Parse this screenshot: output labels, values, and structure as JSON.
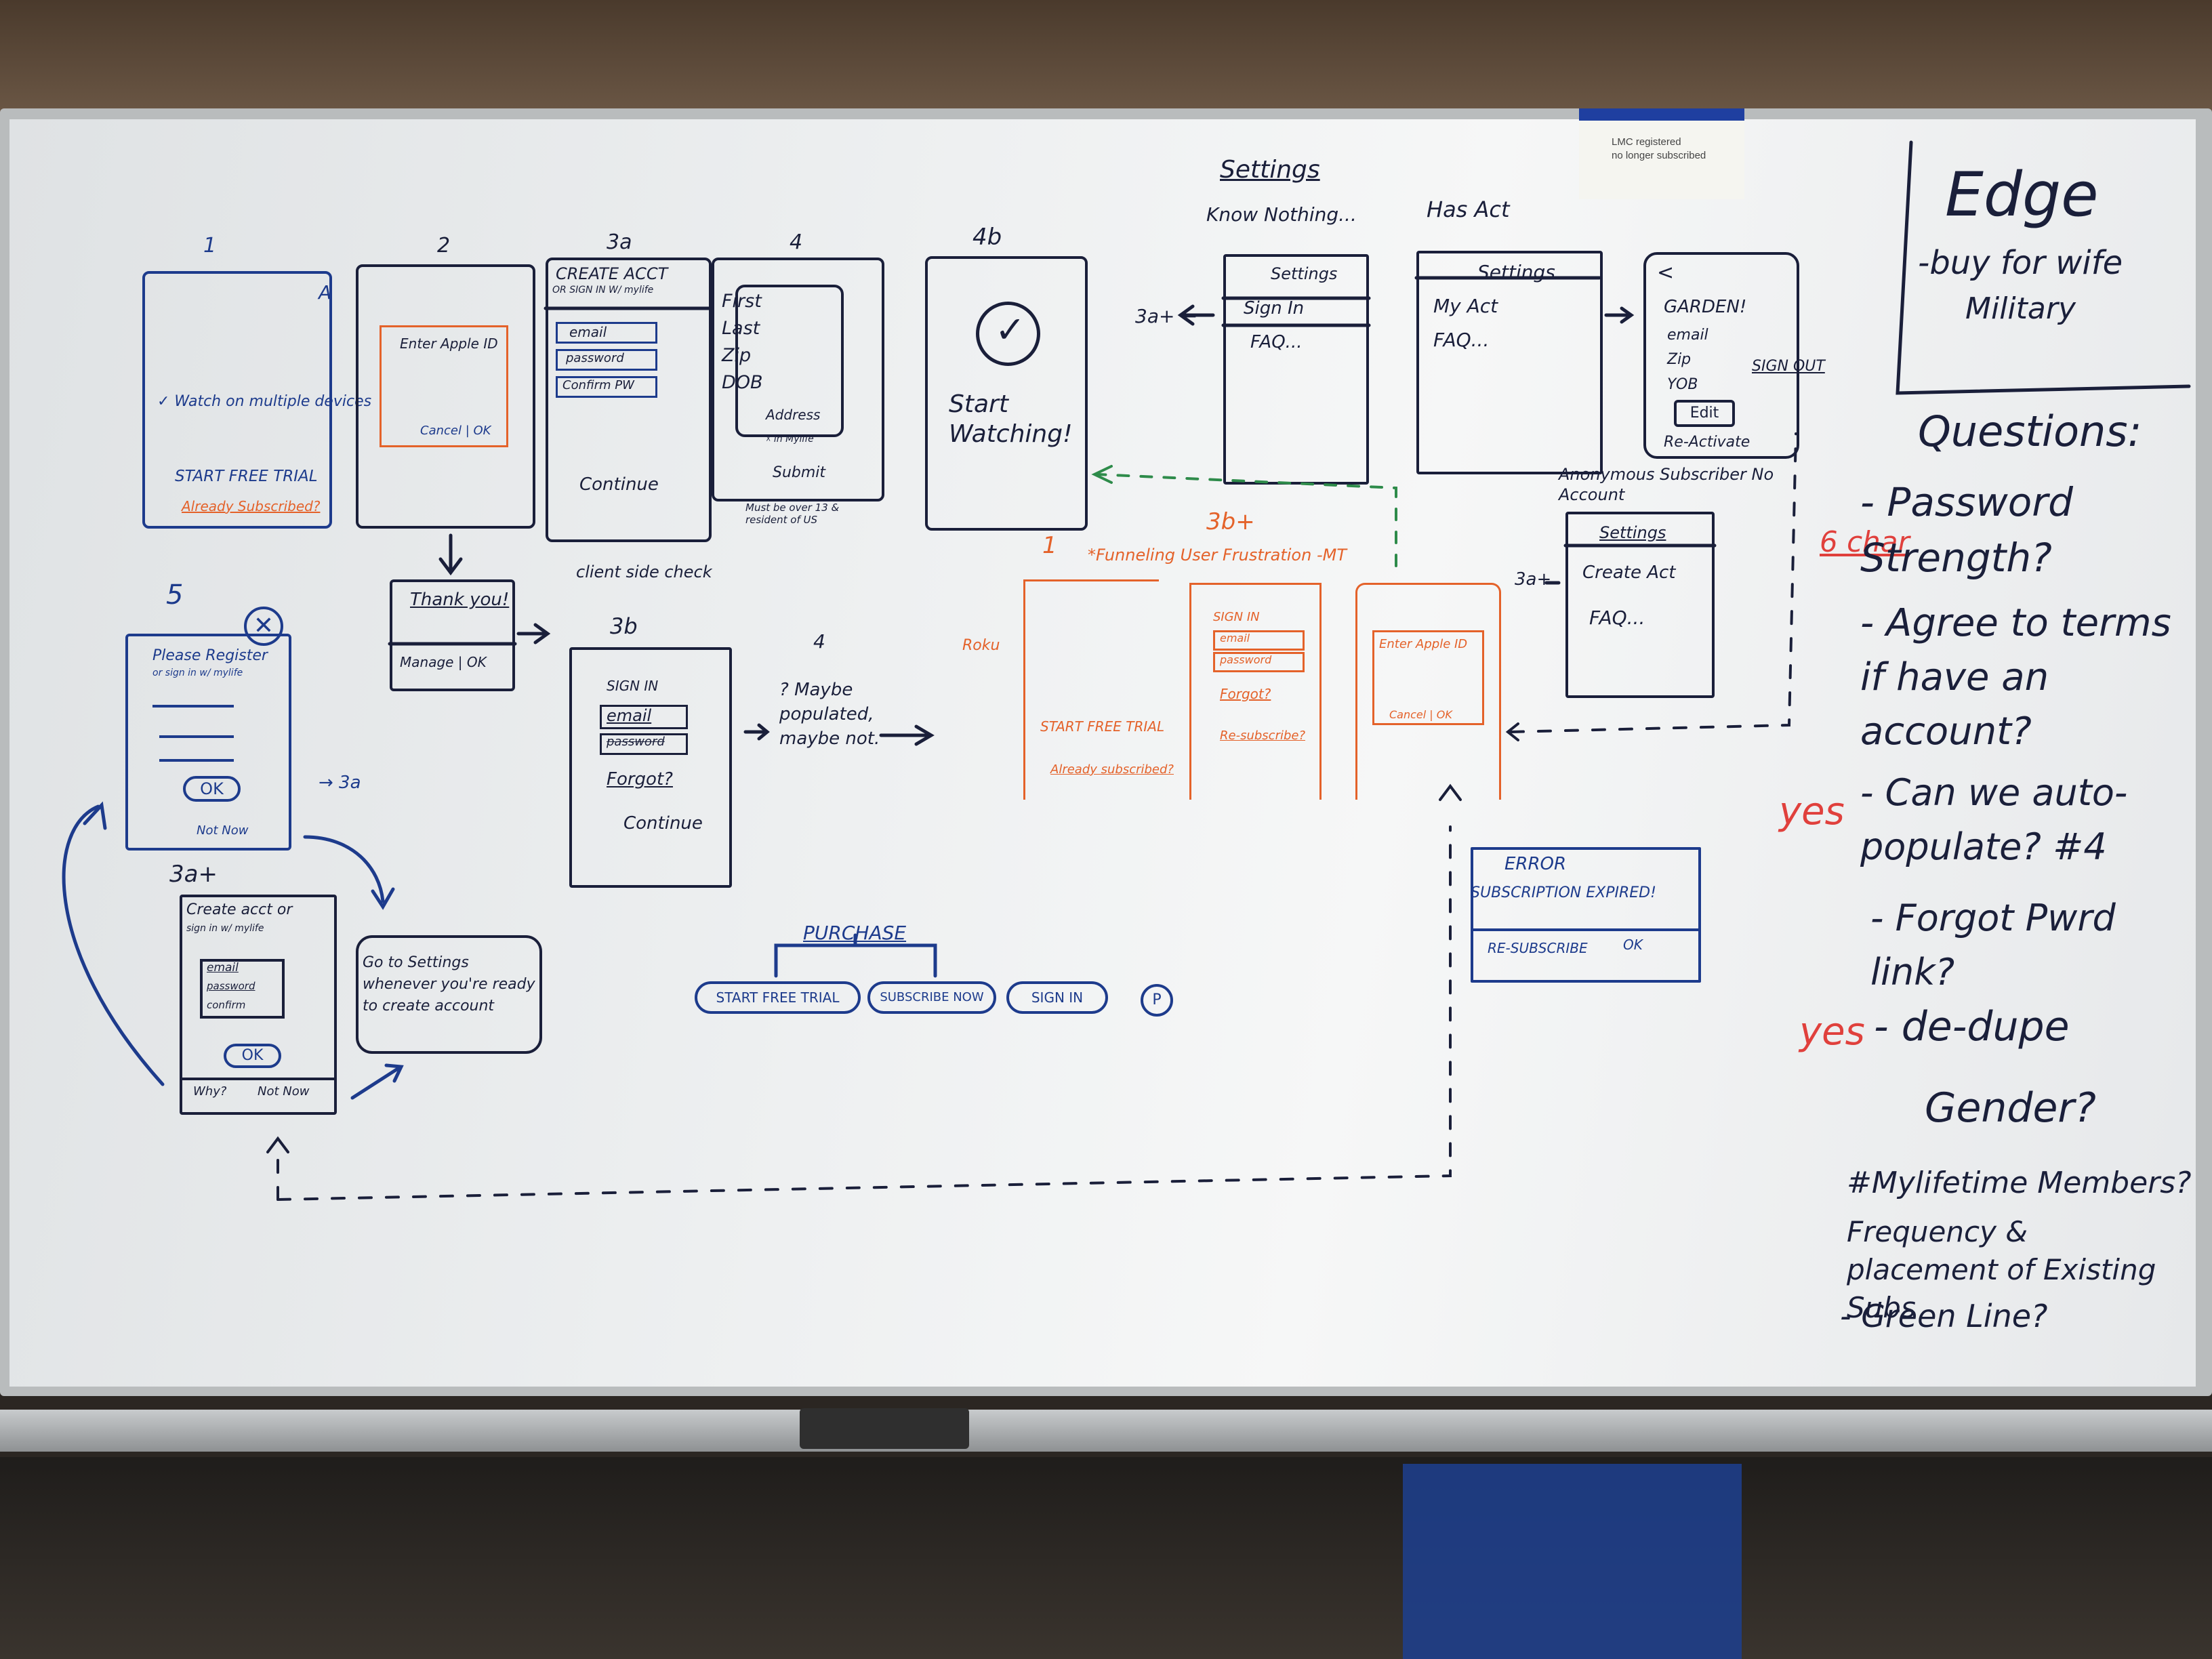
{
  "sticky_note": {
    "line1": "LMC registered",
    "line2": "no longer subscribed"
  },
  "screens": {
    "s1": {
      "num": "1",
      "side": "A",
      "check_text": "✓ Watch on multiple devices",
      "cta": "START FREE TRIAL",
      "link": "Already Subscribed?"
    },
    "s2": {
      "num": "2",
      "field": "Enter Apple ID",
      "buttons": "Cancel | OK"
    },
    "s3a": {
      "num": "3a",
      "title": "CREATE ACCT",
      "subtitle": "OR SIGN IN W/ mylife",
      "email": "email",
      "password": "password",
      "confirm": "Confirm PW",
      "button": "Continue",
      "note": "client side check"
    },
    "s4": {
      "num": "4",
      "fields": [
        "First",
        "Last",
        "Zip",
        "DOB",
        "Address"
      ],
      "check": "☓ in Mylife",
      "button": "Submit",
      "note": "Must be over 13 & resident of US"
    },
    "s4b": {
      "num": "4b",
      "text": "Start Watching!"
    },
    "thanks": {
      "title": "Thank you!",
      "buttons": "Manage | OK"
    },
    "s3b": {
      "num": "3b",
      "title": "SIGN IN",
      "email": "email",
      "password": "password",
      "forgot": "Forgot?",
      "button": "Continue"
    },
    "s4_maybe": {
      "num": "4",
      "text": "? Maybe populated, maybe not."
    },
    "s5": {
      "num": "5",
      "title": "Please Register",
      "subtitle": "or sign in w/ mylife",
      "ok": "OK",
      "not_now": "Not Now",
      "arrow_label": "→ 3a"
    },
    "s3at_bottom": {
      "num": "3a+",
      "title": "Create acct or",
      "subtitle": "sign in w/ mylife",
      "email": "email",
      "password": "password",
      "confirm": "confirm",
      "ok": "OK",
      "why": "Why?",
      "not_now": "Not Now"
    },
    "goto_settings": {
      "text": "Go to Settings whenever you're ready to create account"
    }
  },
  "settings_section": {
    "heading": "Settings",
    "know_nothing": "Know Nothing...",
    "has_act": "Has Act",
    "panel1": {
      "title": "Settings",
      "items": [
        "Sign In",
        "FAQ..."
      ],
      "arrow": "3a+ ←"
    },
    "panel2": {
      "title": "Settings",
      "items": [
        "My Act",
        "FAQ..."
      ]
    },
    "panel3": {
      "back": "<",
      "items": [
        "GARDEN!",
        "email",
        "Zip",
        "YOB",
        "Edit"
      ],
      "signout": "SIGN OUT",
      "reactivate": "Re-Activate"
    },
    "anonymous": {
      "title": "Anonymous Subscriber No Account",
      "arrow": "3a+",
      "panel_title": "Settings",
      "items": [
        "Create Act",
        "FAQ..."
      ]
    }
  },
  "orange_flow": {
    "num": "3b+",
    "step": "1",
    "note": "*Funneling User Frustration -MT",
    "side": "Roku",
    "screen1": {
      "cta": "START FREE TRIAL",
      "link": "Already subscribed?"
    },
    "screen2": {
      "title": "SIGN IN",
      "email": "email",
      "password": "password",
      "forgot": "Forgot?",
      "link": "Re-subscribe?"
    },
    "screen3": {
      "field": "Enter Apple ID",
      "buttons": "Cancel | OK"
    }
  },
  "error_dialog": {
    "title": "ERROR",
    "message": "SUBSCRIPTION EXPIRED!",
    "resubscribe": "RE-SUBSCRIBE",
    "ok": "OK"
  },
  "purchase": {
    "heading": "PURCHASE",
    "buttons": [
      "START FREE TRIAL",
      "SUBSCRIBE NOW",
      "SIGN IN"
    ],
    "extra": "P"
  },
  "edge_box": {
    "title": "Edge",
    "lines": [
      "-buy for wife",
      "Military"
    ]
  },
  "questions": {
    "heading": "Questions:",
    "items": [
      "- Password Strength?",
      "- Agree to terms if have an account?",
      "- Can we auto-populate? #4",
      "- Forgot Pwrd link?",
      "- de-dupe",
      "Gender?",
      "#Mylifetime Members?",
      "Frequency & placement of Existing Subs",
      "- Green Line?"
    ],
    "annotation_6char": "6 char",
    "yes_1": "yes",
    "yes_2": "yes"
  },
  "colors": {
    "blue_marker": "#1d3b8c",
    "black_marker": "#1a1f3a",
    "orange_marker": "#e4622a",
    "red_marker": "#e0403c",
    "green_marker": "#2e8b4a",
    "board": "#eef0f1"
  }
}
